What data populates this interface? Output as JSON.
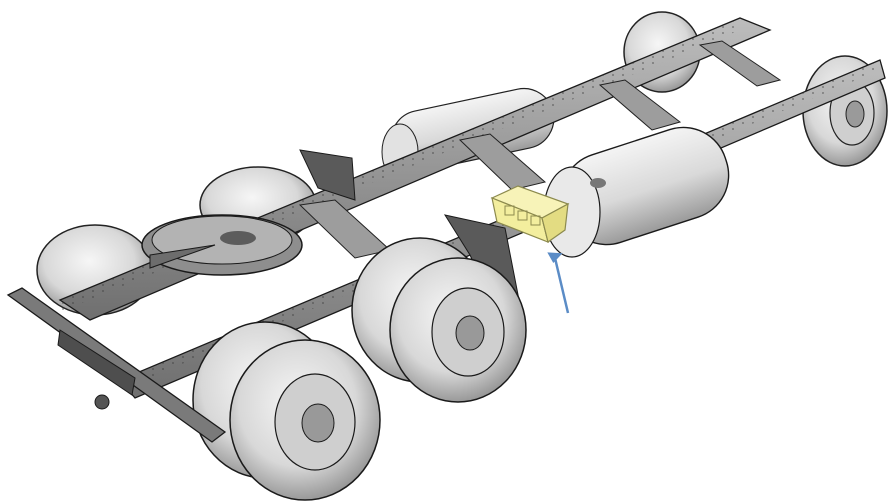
{
  "image": {
    "subject": "truck-chassis",
    "components": [
      "frame-rail",
      "fifth-wheel",
      "front-wheel-right",
      "front-wheel-left",
      "rear-axle-1-wheels",
      "rear-axle-2-wheels",
      "fuel-tank",
      "air-tanks",
      "rear-bumper",
      "mudflap-bracket"
    ]
  },
  "highlight": {
    "color": "#f3ee9e",
    "outline": "#8c8a4e"
  },
  "arrow": {
    "color": "#5b8cc6"
  }
}
